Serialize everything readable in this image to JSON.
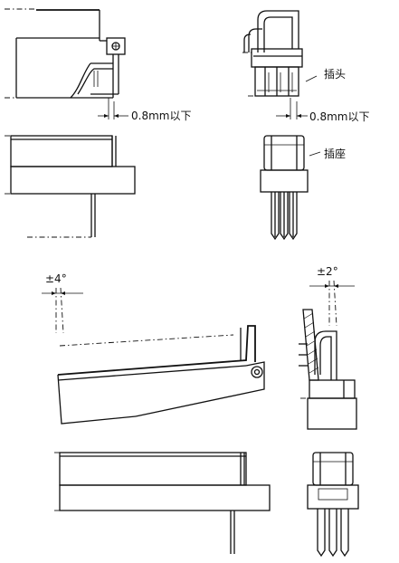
{
  "labels": {
    "gap_left": "0.8mm以下",
    "gap_right": "0.8mm以下",
    "plug": "插头",
    "socket": "插座",
    "angle_left": "±4°",
    "angle_right": "±2°"
  }
}
